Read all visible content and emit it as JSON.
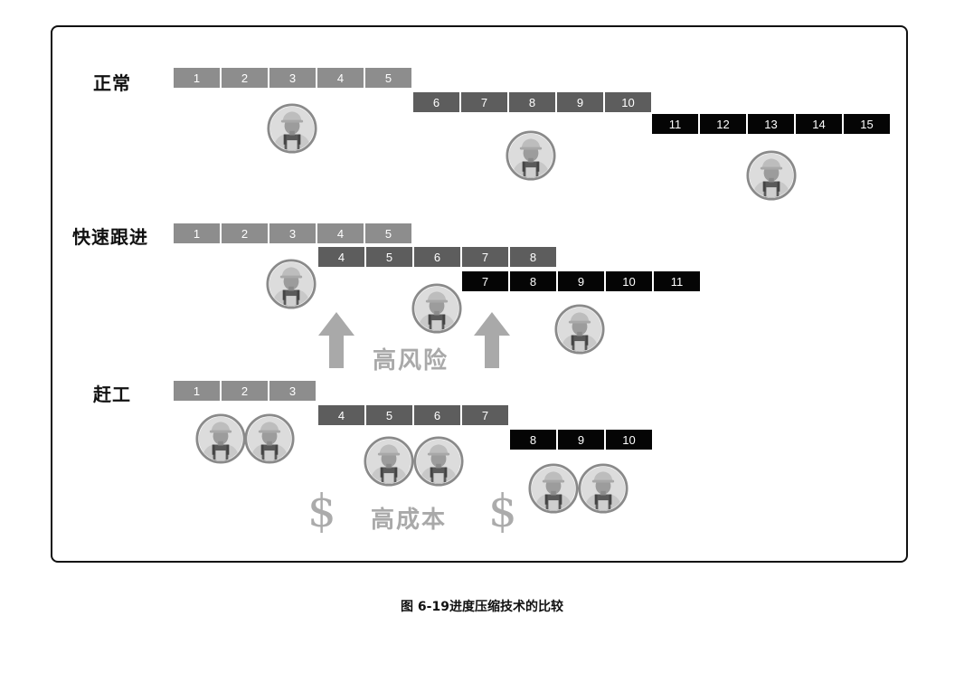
{
  "rows": {
    "normal": {
      "label": "正常"
    },
    "fast_tracking": {
      "label": "快速跟进"
    },
    "crashing": {
      "label": "赶工"
    }
  },
  "normal_tasks": {
    "phase1": [
      "1",
      "2",
      "3",
      "4",
      "5"
    ],
    "phase2": [
      "6",
      "7",
      "8",
      "9",
      "10"
    ],
    "phase3": [
      "11",
      "12",
      "13",
      "14",
      "15"
    ]
  },
  "fast_tracking_tasks": {
    "phase1": [
      "1",
      "2",
      "3",
      "4",
      "5"
    ],
    "phase2": [
      "4",
      "5",
      "6",
      "7",
      "8"
    ],
    "phase3": [
      "7",
      "8",
      "9",
      "10",
      "11"
    ]
  },
  "crashing_tasks": {
    "phase1": [
      "1",
      "2",
      "3"
    ],
    "phase2": [
      "4",
      "5",
      "6",
      "7"
    ],
    "phase3": [
      "8",
      "9",
      "10"
    ]
  },
  "notes": {
    "high_risk": "高风险",
    "high_cost": "高成本",
    "dollar_sign": "$"
  },
  "caption": "图 6-19进度压缩技术的比较",
  "colors": {
    "phase1": "#8d8d8d",
    "phase2": "#5d5d5d",
    "phase3": "#050505",
    "annotation": "#a9a9a9"
  },
  "icons": {
    "worker": "worker-icon",
    "arrow": "up-arrow-icon"
  }
}
